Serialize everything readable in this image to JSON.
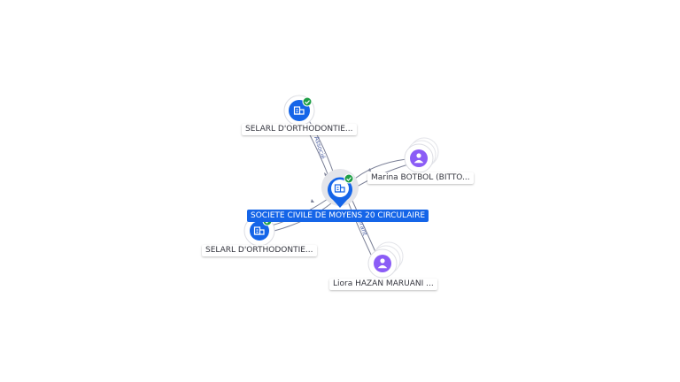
{
  "colors": {
    "company_node": "#1565e8",
    "person_node": "#8b5cf6",
    "verified_badge": "#1e9e45",
    "central_label_bg": "#1565e8",
    "edge": "#7a7f96",
    "edge_label": "#5567a8"
  },
  "nodes": {
    "central": {
      "label": "SOCIETE CIVILE DE MOYENS 20 CIRCULAIRE",
      "icon": "building-icon",
      "verified": true
    },
    "company_top": {
      "label": "SELARL D'ORTHODONTIE...",
      "icon": "building-icon",
      "verified": true
    },
    "company_bottom": {
      "label": "SELARL D'ORTHODONTIE...",
      "icon": "building-icon",
      "verified": true
    },
    "person_right": {
      "label": "Marina BOTBOL (BITTO...",
      "icon": "person-icon"
    },
    "person_bottom": {
      "label": "Liora HAZAN MARUANI ...",
      "icon": "person-icon"
    }
  },
  "edges": {
    "top": {
      "label": "Associé"
    },
    "bottom": {
      "label": "Gérant"
    }
  }
}
